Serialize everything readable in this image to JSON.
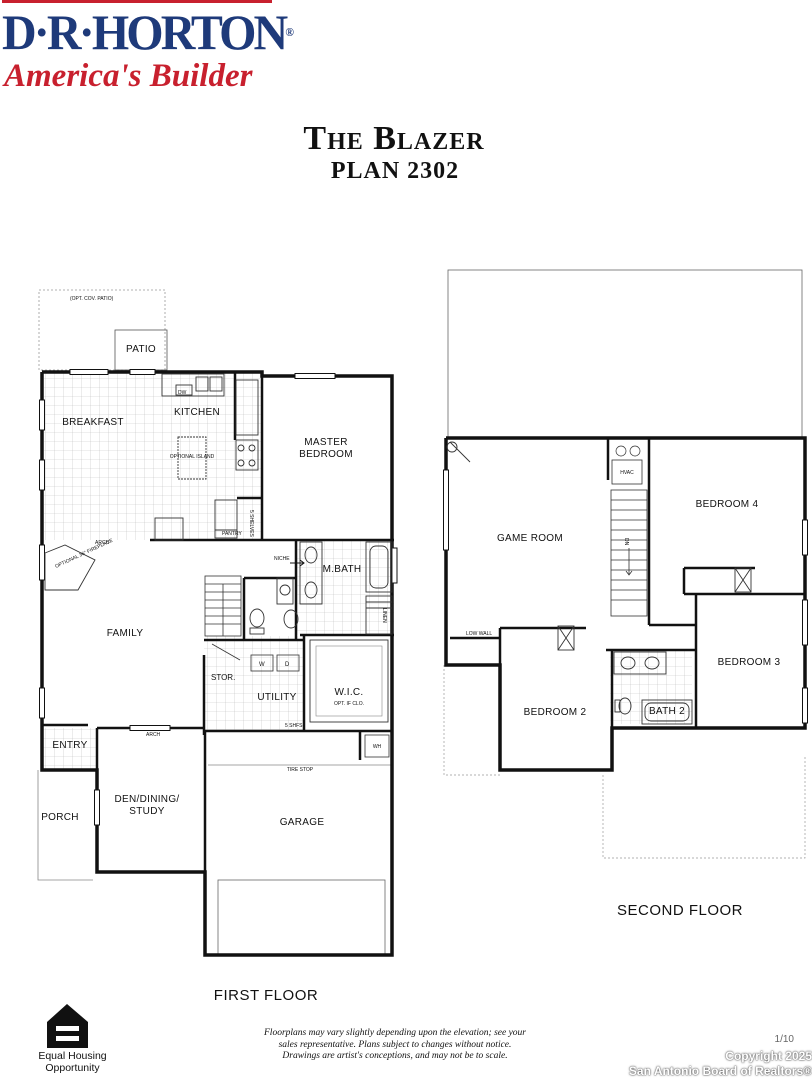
{
  "brand": {
    "name": "D·R·HORTON",
    "registered": "®",
    "tagline": "America's Builder",
    "colors": {
      "blue": "#1e3a7a",
      "red": "#c8202e"
    }
  },
  "plan_title": "The Blazer",
  "plan_number": "PLAN 2302",
  "first_floor": {
    "label": "FIRST FLOOR",
    "rooms": {
      "opt_cov_patio": "(OPT. COV. PATIO)",
      "patio": "PATIO",
      "breakfast": "BREAKFAST",
      "kitchen": "KITCHEN",
      "optional_island": "OPTIONAL ISLAND",
      "dw": "DW",
      "pantry": "PANTRY",
      "shelves": "5 SHELVES",
      "master_bedroom": "MASTER BEDROOM",
      "niche": "NICHE",
      "m_bath": "M.BATH",
      "linen": "LINEN",
      "family": "FAMILY",
      "fireplace": "OPTIONAL 36\" FIREPLACE",
      "arch_top": "ARCH",
      "stor": "STOR.",
      "w": "W",
      "d": "D",
      "utility": "UTILITY",
      "utility_shelves": "5 SHFS",
      "wic": "W.I.C.",
      "wic_note": "OPT. IF CLO.",
      "entry": "ENTRY",
      "arch_bottom": "ARCH",
      "den": "DEN/DINING/",
      "study": "STUDY",
      "porch": "PORCH",
      "garage": "GARAGE",
      "tire_stop": "TIRE STOP",
      "wh": "WH"
    }
  },
  "second_floor": {
    "label": "SECOND FLOOR",
    "rooms": {
      "game_room": "GAME ROOM",
      "hvac": "HVAC",
      "dn": "DN",
      "bedroom4": "BEDROOM 4",
      "low_wall": "LOW WALL",
      "bedroom2": "BEDROOM 2",
      "bedroom3": "BEDROOM 3",
      "bath2": "BATH 2"
    }
  },
  "disclaimer": [
    "Floorplans may vary slightly depending upon the elevation; see your",
    "sales representative. Plans subject to changes without notice.",
    "Drawings are artist's conceptions, and may not be to scale."
  ],
  "equal_housing": {
    "line1": "Equal Housing",
    "line2": "Opportunity"
  },
  "page_count": "1/10",
  "copyright": {
    "line1": "Copyright 2025",
    "line2": "San Antonio Board of Realtors®"
  }
}
